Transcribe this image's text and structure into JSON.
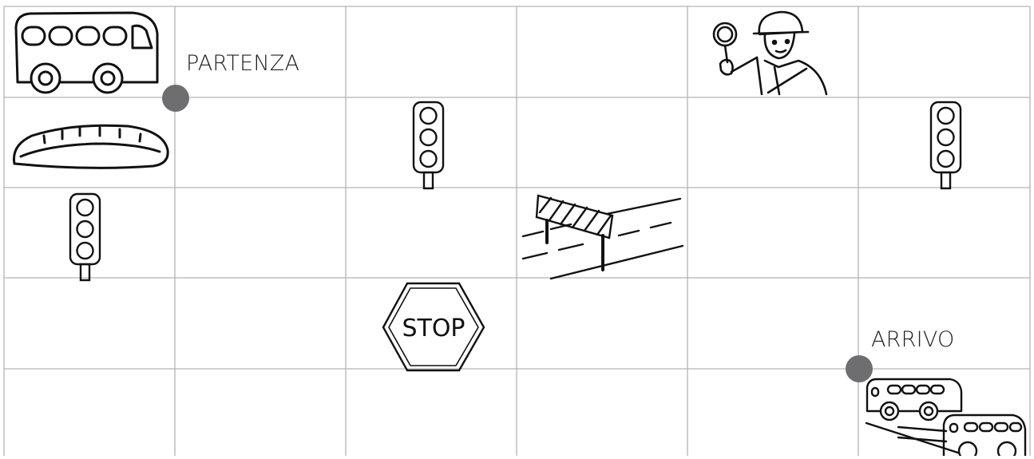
{
  "board": {
    "columns": 6,
    "rows": 5,
    "start_label": "PARTENZA",
    "end_label": "ARRIVO",
    "stop_text": "STOP",
    "grid_color": "#b4b4b4",
    "marker_color": "#6e6e70"
  },
  "cells": [
    {
      "row": 1,
      "col": 1,
      "icon": "bus-icon"
    },
    {
      "row": 1,
      "col": 5,
      "icon": "traffic-officer-icon"
    },
    {
      "row": 2,
      "col": 1,
      "icon": "speed-bump-icon"
    },
    {
      "row": 2,
      "col": 3,
      "icon": "traffic-light-icon"
    },
    {
      "row": 2,
      "col": 6,
      "icon": "traffic-light-icon"
    },
    {
      "row": 3,
      "col": 1,
      "icon": "traffic-light-icon"
    },
    {
      "row": 3,
      "col": 4,
      "icon": "road-barrier-icon"
    },
    {
      "row": 4,
      "col": 3,
      "icon": "stop-sign-icon"
    },
    {
      "row": 5,
      "col": 6,
      "icon": "two-buses-icon"
    }
  ]
}
